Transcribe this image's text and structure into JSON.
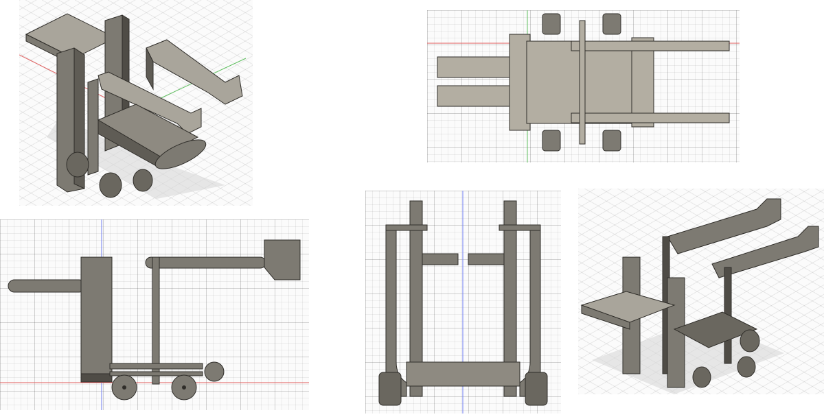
{
  "figure": {
    "views": [
      {
        "id": "isometric-front",
        "kind": "3d-perspective"
      },
      {
        "id": "top",
        "kind": "orthographic-top"
      },
      {
        "id": "side",
        "kind": "orthographic-side"
      },
      {
        "id": "front",
        "kind": "orthographic-front"
      },
      {
        "id": "isometric-back",
        "kind": "3d-perspective"
      }
    ],
    "colors": {
      "part_fill": "#7d7a72",
      "part_light": "#a9a59b",
      "part_dark": "#4f4c46",
      "top_view_fill": "#b3aea2",
      "edge": "#2f2d29",
      "axis_red": "#e15b5b",
      "axis_green": "#5fbf5f",
      "axis_blue": "#6f7cf0",
      "grid": "#d8d8d8"
    }
  }
}
